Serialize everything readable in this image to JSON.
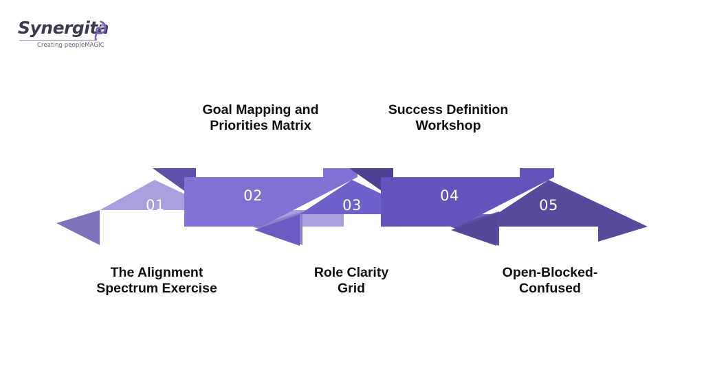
{
  "brand": {
    "name": "Synergita",
    "tagline": "Creating peopleMAGIC",
    "logo_icon": "swirl-mark-icon"
  },
  "diagram": {
    "type": "zigzag-arrow-process",
    "colors": {
      "seg_01": "#a99ede",
      "seg_01_head": "#7e72bd",
      "seg_02": "#7f72d2",
      "seg_02_head": "#5d50a8",
      "seg_03": "#6f61ca",
      "seg_03_head": "#5b4da6",
      "seg_04": "#6354bc",
      "seg_04_head": "#4e4193",
      "seg_05": "#564a9d",
      "seg_05_head": "#443a80",
      "label_text": "#0f0f0f",
      "number_text": "#ffffff",
      "background": "#ffffff"
    },
    "segments": [
      {
        "number": "01",
        "label": "The Alignment\nSpectrum Exercise",
        "label_position": "bottom",
        "direction": "right",
        "row": "lower"
      },
      {
        "number": "02",
        "label": "Goal Mapping and\nPriorities Matrix",
        "label_position": "top",
        "direction": "left",
        "row": "upper"
      },
      {
        "number": "03",
        "label": "Role Clarity\nGrid",
        "label_position": "bottom",
        "direction": "right",
        "row": "lower"
      },
      {
        "number": "04",
        "label": "Success Definition\nWorkshop",
        "label_position": "top",
        "direction": "left",
        "row": "upper"
      },
      {
        "number": "05",
        "label": "Open-Blocked-\nConfused",
        "label_position": "bottom",
        "direction": "right",
        "row": "lower"
      }
    ]
  }
}
